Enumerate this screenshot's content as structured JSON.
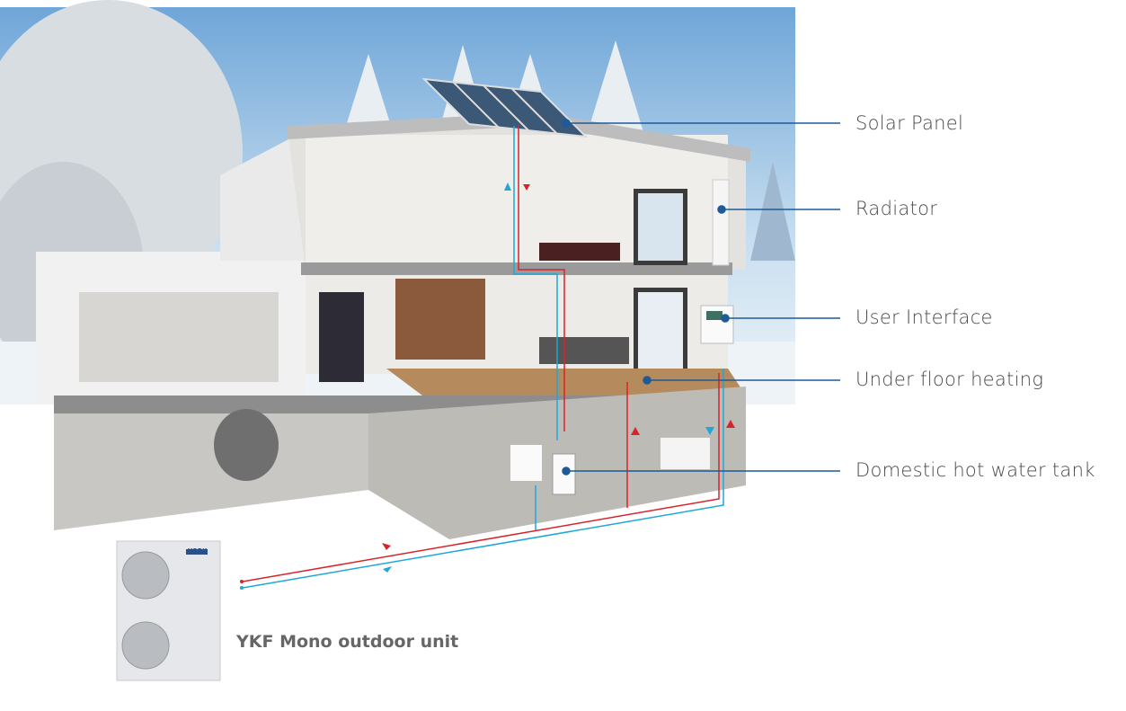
{
  "callouts": [
    {
      "label": "Solar Panel"
    },
    {
      "label": "Radiator"
    },
    {
      "label": "User Interface"
    },
    {
      "label": "Under floor heating"
    },
    {
      "label": "Domestic hot water tank"
    }
  ],
  "outdoor_unit": {
    "title": "YKF Mono outdoor unit",
    "brand": "YORK"
  },
  "colors": {
    "leader_line": "#1d5a99",
    "hot_pipe": "#d9232a",
    "cold_pipe": "#1ea7d9",
    "label_text": "#4a4a4a"
  }
}
